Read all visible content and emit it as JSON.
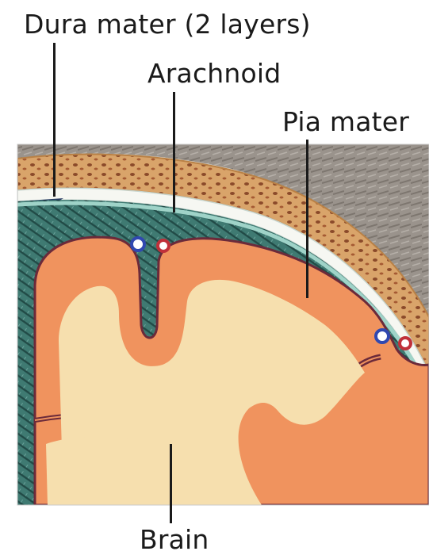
{
  "labels": {
    "dura": "Dura mater (2 layers)",
    "arachnoid": "Arachnoid",
    "pia": "Pia mater",
    "brain": "Brain"
  },
  "colors": {
    "skull_bone": "#d9a46a",
    "skull_pores": "#8b4a2a",
    "scalp_gray": "#9a938c",
    "dura_white": "#f6f7f2",
    "arachnoid_teal": "#3f7a72",
    "gray_matter": "#f0935e",
    "white_matter": "#f6dfae",
    "pia_line": "#6b2a3a",
    "artery_red": "#c0303a",
    "vein_blue": "#3048b0"
  }
}
